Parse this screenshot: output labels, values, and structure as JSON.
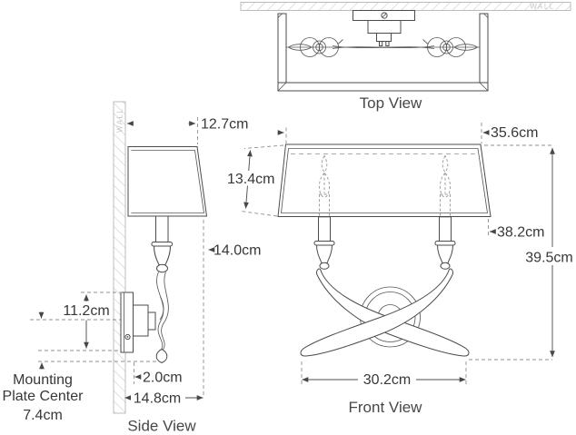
{
  "views": {
    "top": "Top View",
    "side": "Side View",
    "front": "Front View"
  },
  "wall": {
    "top": "WALL",
    "side": "WALL"
  },
  "dims": {
    "shade_top_depth": "12.7cm",
    "candle_drop": "14.0cm",
    "backplate_height": "11.2cm",
    "plate_offset": "2.0cm",
    "total_depth": "14.8cm",
    "mounting_note_line1": "Mounting",
    "mounting_note_line2": "Plate Center",
    "mounting_note_value": "7.4cm",
    "shade_top_width": "35.6cm",
    "shade_height": "13.4cm",
    "shade_bottom_width": "38.2cm",
    "total_height": "39.5cm",
    "arm_spread": "30.2cm"
  },
  "colors": {
    "line": "#4b4b4b",
    "dimension": "#8f8f8f",
    "text": "#383838",
    "wall_text": "#c6c6c6",
    "background": "#ffffff"
  }
}
